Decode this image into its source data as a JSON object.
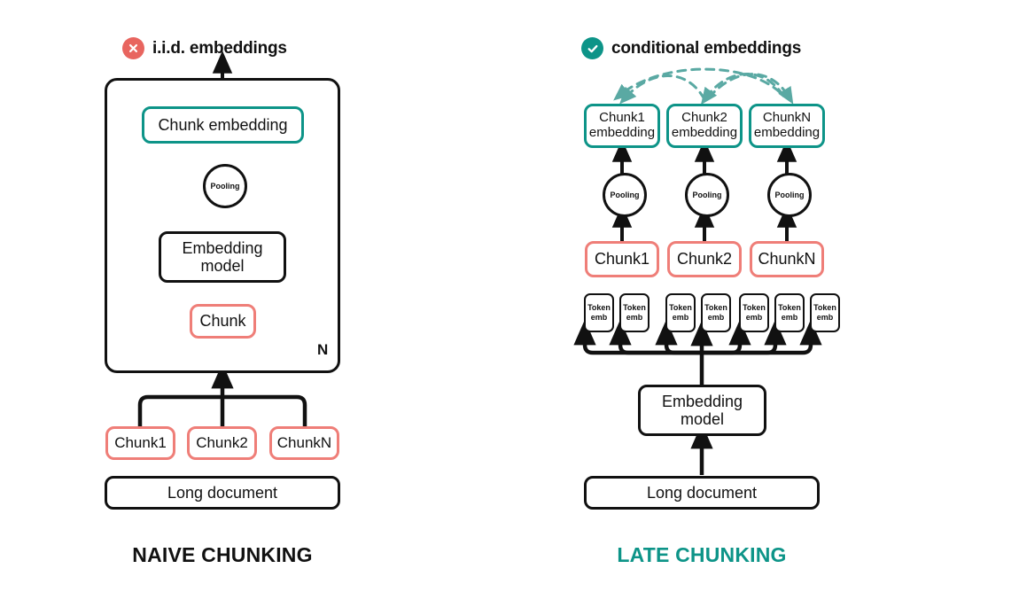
{
  "diagram": {
    "title_left": "NAIVE CHUNKING",
    "title_right": "LATE CHUNKING",
    "colors": {
      "teal": "#0d9488",
      "red": "#ef7e78",
      "black": "#111111",
      "dashed_arc": "#5aa9a3"
    }
  },
  "left": {
    "header": {
      "label": "i.i.d. embeddings",
      "icon": "cross-circle-icon"
    },
    "frame_badge": "N",
    "chunk_embedding": "Chunk embedding",
    "pooling": "Pooling",
    "embedding_model_line1": "Embedding",
    "embedding_model_line2": "model",
    "chunk": "Chunk",
    "chunks": [
      "Chunk1",
      "Chunk2",
      "ChunkN"
    ],
    "long_document": "Long document"
  },
  "right": {
    "header": {
      "label": "conditional embeddings",
      "icon": "check-circle-icon"
    },
    "chunk_embeddings": [
      {
        "line1": "Chunk1",
        "line2": "embedding"
      },
      {
        "line1": "Chunk2",
        "line2": "embedding"
      },
      {
        "line1": "ChunkN",
        "line2": "embedding"
      }
    ],
    "pooling": [
      "Pooling",
      "Pooling",
      "Pooling"
    ],
    "chunks": [
      "Chunk1",
      "Chunk2",
      "ChunkN"
    ],
    "token_embeddings": [
      {
        "line1": "Token",
        "line2": "emb"
      },
      {
        "line1": "Token",
        "line2": "emb"
      },
      {
        "line1": "Token",
        "line2": "emb"
      },
      {
        "line1": "Token",
        "line2": "emb"
      },
      {
        "line1": "Token",
        "line2": "emb"
      },
      {
        "line1": "Token",
        "line2": "emb"
      },
      {
        "line1": "Token",
        "line2": "emb"
      }
    ],
    "embedding_model_line1": "Embedding",
    "embedding_model_line2": "model",
    "long_document": "Long document"
  }
}
